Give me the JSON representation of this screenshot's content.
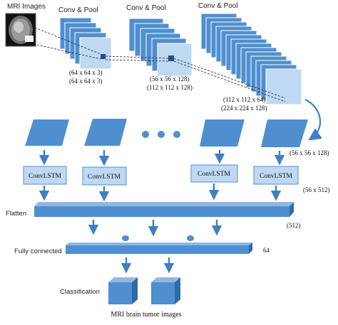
{
  "title_input": "MRI Images",
  "conv_blocks": [
    {
      "title": "Conv & Pool",
      "dims": [
        "(64 x 64 x 3)",
        "(64 x 64 x 3)"
      ]
    },
    {
      "title": "Conv & Pool",
      "dims": [
        "(56 x 56 x 128)",
        "(112 x 112 x 128)"
      ]
    },
    {
      "title": "Conv & Pool",
      "dims": [
        "(112 x 112 x 64)",
        "(224 x 224 x 128)"
      ]
    }
  ],
  "feature_maps_dim": "(56 x 56 x 128)",
  "convlstm_label": "ConvLSTM",
  "convlstm_dim": "(56 x 512)",
  "flatten": {
    "label": "Flatten",
    "size": "(512)"
  },
  "fully_connected": {
    "label": "Fully connected",
    "size": "64"
  },
  "classification_label": "Classification",
  "output_label": "MRI brain tumor images",
  "colors": {
    "block_fill": "#4f8fd0",
    "block_stroke": "#2f6aa8",
    "light_fill": "#bfd9f2",
    "dark_square": "#1f4e8c",
    "arrow": "#3f7fc5"
  }
}
